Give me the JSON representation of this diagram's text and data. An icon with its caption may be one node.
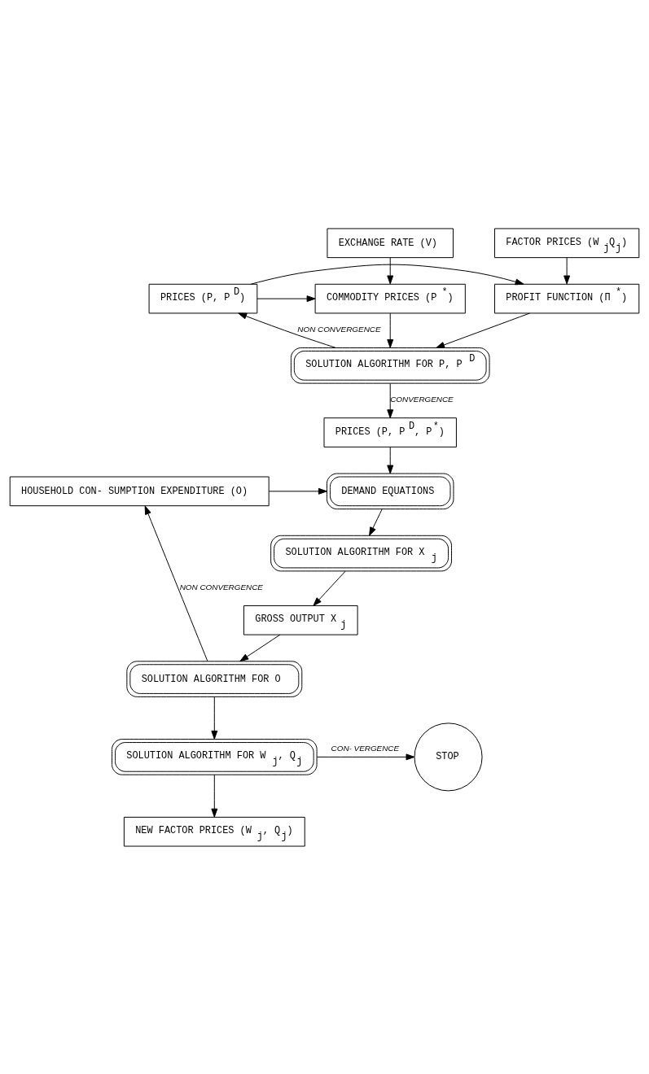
{
  "diagram": {
    "nodes": [
      {
        "text": [
          "EXCHANGE RATE (V)"
        ]
      },
      {
        "text": [
          "FACTOR PRICES (W$_{j}$Q$_{j}$)"
        ]
      },
      {
        "text": [
          "COMMODITY PRICES (P$^{*}$)"
        ]
      },
      {
        "text": [
          "PRICES (P, P$^{D}$)"
        ]
      },
      {
        "text": [
          "PROFIT FUNCTION (Π$^{*}$)"
        ]
      },
      {
        "text": [
          "SOLUTION ALGORITHM FOR P, P$^{D}$"
        ]
      },
      {
        "text": [
          "PRICES (P, P$^{D}$, P$^{*}$)"
        ]
      },
      {
        "text": [
          "DEMAND EQUATIONS"
        ]
      },
      {
        "text": [
          "HOUSEHOLD CON- SUMPTION EXPENDITURE (O)"
        ]
      },
      {
        "text": [
          "SOLUTION ALGORITHM FOR X$_{j}$"
        ]
      },
      {
        "text": [
          "GROSS OUTPUT X$_{j}$"
        ]
      },
      {
        "text": [
          "SOLUTION ALGORITHM FOR O"
        ]
      },
      {
        "text": [
          "SOLUTION ALGORITHM FOR W$_{j}$, Q$_{j}$"
        ]
      },
      {
        "text": [
          "STOP"
        ]
      },
      {
        "text": [
          "NEW FACTOR PRICES (W$_{j}$, Q$_{j}$)"
        ]
      }
    ],
    "edges": [
      {
        "from": 0,
        "to": 2,
        "arrow": "to"
      },
      {
        "from": 1,
        "to": 4,
        "arrow": "to"
      },
      {
        "from": 3,
        "to": 2,
        "arrow": "to"
      },
      {
        "from": 3,
        "to": 4,
        "arrow": "to"
      },
      {
        "from": 5,
        "to": 3,
        "arrow": "to",
        "label": "NON CONVERGENCE"
      },
      {
        "from": 2,
        "to": 5,
        "arrow": "to"
      },
      {
        "from": 4,
        "to": 5,
        "arrow": "to"
      },
      {
        "from": 5,
        "to": 6,
        "arrow": "to",
        "label": "CONVERGENCE"
      },
      {
        "from": 6,
        "to": 7,
        "arrow": "to"
      },
      {
        "from": 8,
        "to": 7,
        "arrow": "to"
      },
      {
        "from": 7,
        "to": 9,
        "arrow": "to"
      },
      {
        "from": 9,
        "to": 10,
        "arrow": "to"
      },
      {
        "from": 10,
        "to": 11,
        "arrow": "to"
      },
      {
        "from": 11,
        "to": 8,
        "arrow": "to",
        "label": "NON CONVERGENCE"
      },
      {
        "from": 11,
        "to": 12,
        "arrow": "to"
      },
      {
        "from": 12,
        "to": 13,
        "arrow": "to",
        "label": "CON- VERGENCE"
      },
      {
        "from": 12,
        "to": 14,
        "arrow": "to"
      }
    ]
  }
}
